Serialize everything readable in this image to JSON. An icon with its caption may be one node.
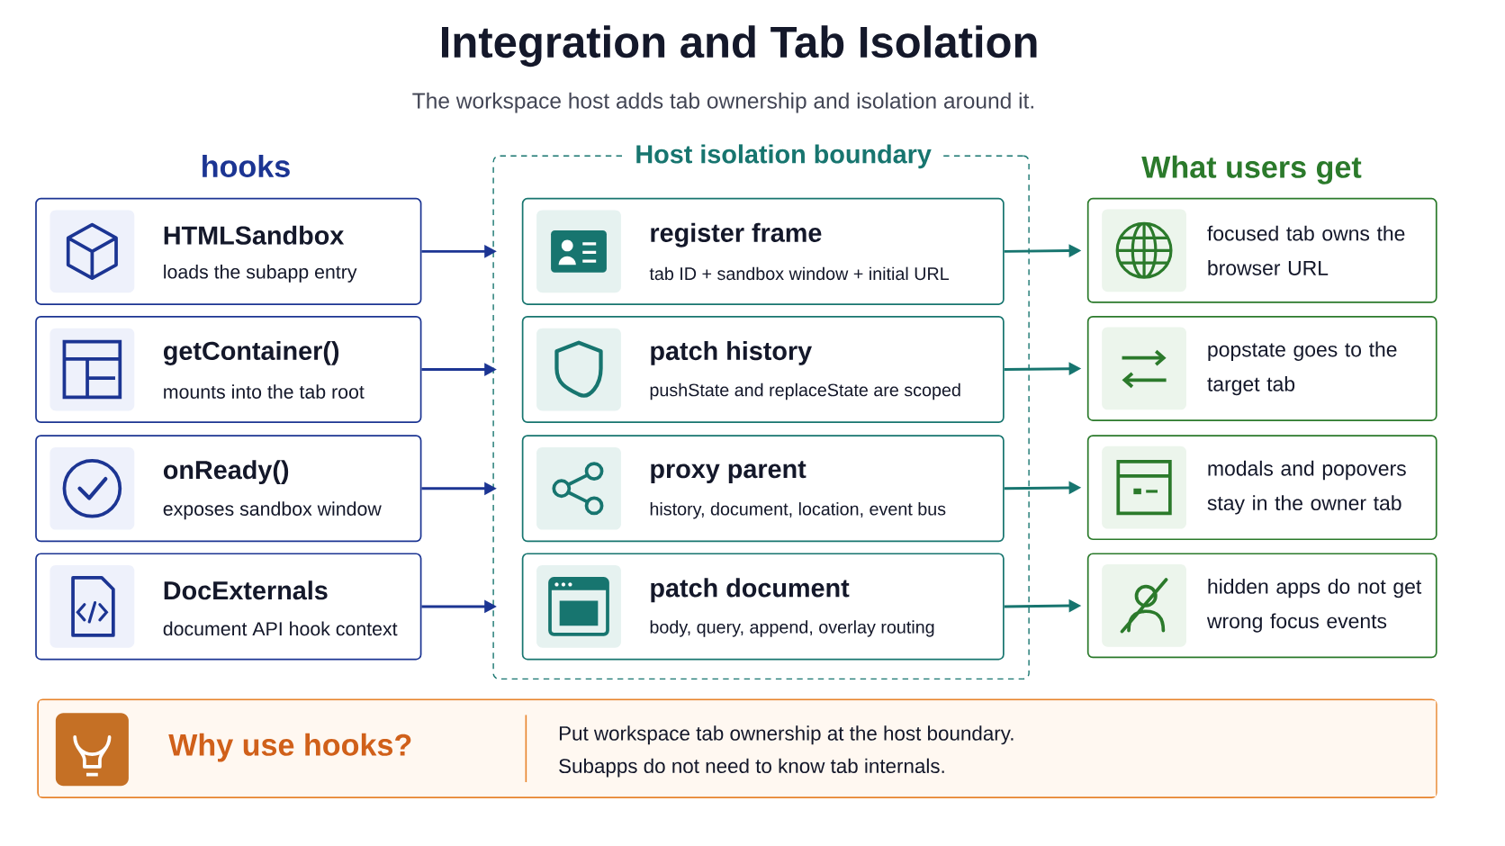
{
  "diagram": {
    "title": "Integration and Tab Isolation",
    "nodes": [
      {
        "text": [
          "HTMLSandbox",
          "loads the subapp entry"
        ]
      },
      {
        "text": [
          "getContainer()",
          "mounts into the tab root"
        ]
      },
      {
        "text": [
          "onReady()",
          "exposes sandbox window"
        ]
      },
      {
        "text": [
          "DocExternals",
          "document API hook context"
        ]
      },
      {
        "text": [
          "Host isolation boundary"
        ]
      },
      {
        "text": [
          "register frame",
          "tab ID + sandbox window + initial URL"
        ],
        "in": 4
      },
      {
        "text": [
          "patch history",
          "pushState and replaceState are scoped"
        ],
        "in": 4
      },
      {
        "text": [
          "proxy parent",
          "history, document, location, event bus"
        ],
        "in": 4
      },
      {
        "text": [
          "patch document",
          "body, query, append, overlay routing"
        ],
        "in": 4
      },
      {
        "text": [
          "focused tab owns the browser URL"
        ]
      },
      {
        "text": [
          "popstate goes to the target tab"
        ]
      },
      {
        "text": [
          "modals and popovers stay in the owner tab"
        ]
      },
      {
        "text": [
          "hidden apps do not get wrong focus events"
        ]
      },
      {
        "text": [
          "Why use hooks?",
          "Put workspace tab ownership at the host boundary.",
          "Subapps do not need to know tab internals."
        ]
      }
    ],
    "edges": [
      {
        "from": 0,
        "to": 5,
        "arrow": "to",
        "color": "#1c3593"
      },
      {
        "from": 1,
        "to": 6,
        "arrow": "to",
        "color": "#1c3593"
      },
      {
        "from": 2,
        "to": 7,
        "arrow": "to",
        "color": "#1c3593"
      },
      {
        "from": 3,
        "to": 8,
        "arrow": "to",
        "color": "#1c3593"
      },
      {
        "from": 5,
        "to": 9,
        "arrow": "to",
        "color": "#17756f"
      },
      {
        "from": 6,
        "to": 10,
        "arrow": "to",
        "color": "#17756f"
      },
      {
        "from": 7,
        "to": 11,
        "arrow": "to",
        "color": "#17756f"
      },
      {
        "from": 8,
        "to": 12,
        "arrow": "to",
        "color": "#17756f"
      }
    ],
    "labels": [
      "The workspace host adds tab ownership and isolation around it.",
      "hooks",
      "What users get"
    ]
  }
}
